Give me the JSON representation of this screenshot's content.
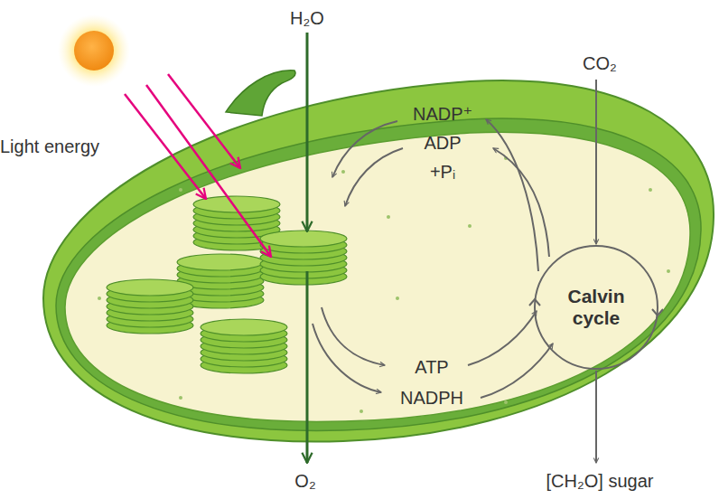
{
  "diagram": {
    "nodes": [
      {
        "text": [
          "Calvin cycle"
        ]
      }
    ],
    "labels": [
      "Light energy",
      "H₂O",
      "CO₂",
      "NADP⁺",
      "ADP",
      "+Pᵢ",
      "ATP",
      "NADPH",
      "O₂",
      "[CH₂O] sugar"
    ]
  }
}
